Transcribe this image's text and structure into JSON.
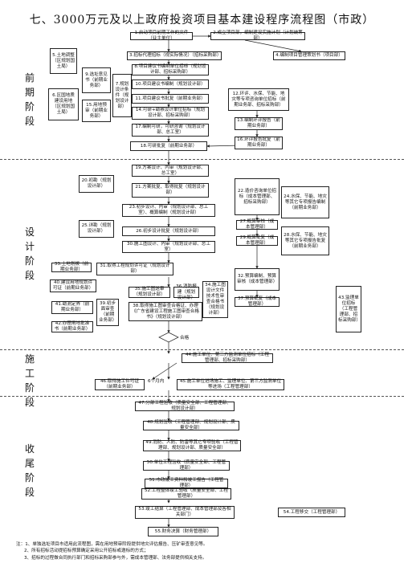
{
  "title": "七、3000万元及以上政府投资项目基本建设程序流程图（市政）",
  "phases": {
    "early": "前期阶段",
    "design": "设计阶段",
    "construction": "施工阶段",
    "completion": "收尾阶段"
  },
  "boxes": {
    "b1": "1.启动项目前期工作的文件（业主单位）",
    "b2": "2.成立项目部，编制建设实施计划（计划统筹部）",
    "b3": "3.招标代理招标（视实际情况）（招标采购部）",
    "b4": "4.编制项目管理策划书（项目部）",
    "b5": "5.土地调整（区规划国土局）",
    "b6": "6.区国地质建设用地（区规划国土局）",
    "b7": "7.规划设计条件（规划设计部）",
    "b8": "8.项目建议书编制单位招标（规划设计部、招标采购部）",
    "b9": "9.选址意见书（前期业务部）",
    "b10": "10.项目建议书编制（规划设计部）",
    "b11": "11.项目建议书批复（前期业务部）",
    "b12": "12.环评、水保、节能、地灾等专项咨询单位招标（前期业务部、招标采购部）",
    "b13": "13.编制环评报告（前期业务部）",
    "b14": "14.可研+勘察设计单位招标（规划设计部、招标采购部）",
    "b15": "15.用地预审（前期业务部）",
    "b16": "16.环评报告批复（前期业务部）",
    "b17": "17.编制可研，可研咨询（规划设计部、总工室）",
    "b18": "18.可研批复（前期业务部）",
    "b19": "19.方案设计、内审（规划设计部、总工室）",
    "b20": "20.初勘（规划设计部）",
    "b21": "21.方案批复、取得批复（规划设计部）",
    "b22": "22.造价咨询单位招标（成本管理部、招标采购部）",
    "b23": "23.初步设计、内审（规划设计部、总工室）、概算编制（规划设计部）",
    "b24": "24.水保、节能、地灾等其它专项报告编制（前期业务部）",
    "b25": "25.详勘（规划设计部）",
    "b26": "26.初步设计批复（规划设计部）",
    "b27": "27.概算审核（成本管理部）",
    "b28": "28.水保、节能、地灾等其它专项报告批复（前期业务部）",
    "b29": "29.概算批复（成本管理部）",
    "b30": "30.施工图设计、内审（规划设计部、总工室）",
    "b31": "31.取得工程规划许可证（规划设计部）",
    "b32": "32.预算编制、预算审核（成本管理部）",
    "b33": "33.土地划拨（前期业务部）",
    "b34": "34.施工图设计文件技术性审查合格书（规划设计部）",
    "b35": "35.施工图送审（规划设计部）",
    "b36": "36.消防报建（规划设计部）",
    "b37": "37.预算批复（成本管理部）",
    "b38": "38.取得施工图审查合格证、办理《广东省建设工程施工图审查合格书》（规划设计部）",
    "b39": "39.初步面审查（前期业务部）",
    "b40": "40.建设用地规划许可证（前期业务部）",
    "b41": "41.勘测定界（前期业务部）",
    "b42": "42.办理用地批准书（前期业务部）",
    "b43": "43.监理单位招标（工程管理部、招标采购部）",
    "b44": "44.施工单位、第三方监测单位招标（工程管理部、招标采购部）",
    "b45": "45.施工单位进场施工、监理单位、第三方监测单位等进场（工程管理部）",
    "b46": "46.取得施工许可证（前期业务部）",
    "b47": "47.分部工程验收（质量安全部、工程管理部、规划设计部）",
    "b48": "48.规划验收（工程管理部、规划设计部、质量安全部）",
    "b49": "49.消防、人防、防雷等其它专项验收（工程管理部、规划设计部、质量安全部）",
    "b50": "50.单位工程验收（质量安全部、工程管理部）",
    "b51": "51.市政竣工资料和竣工报告（工程管理部）",
    "b52": "52.工程整体竣工验收（质量安全部、工程管理部）",
    "b53": "53.竣工结算（工程管理部、成本管理部及各相关部门）",
    "b54": "54.工程移交（工程管理部）",
    "b55": "55.财务决算（财务管理部）"
  },
  "labels": {
    "six_months": "6个月内",
    "ok": "合格"
  },
  "notes": [
    "注：1、单独选址项目市适用此流程图，需在用地预审阶段提供地灾评估报告、压矿审查意见等。",
    "2、所有招标活动提招标预算确定采用公开招标或邀标的方式；",
    "3、招标的过程做合同执行部门和招标采购部参与外，需成本管理部、法务部提供相关支持。"
  ]
}
